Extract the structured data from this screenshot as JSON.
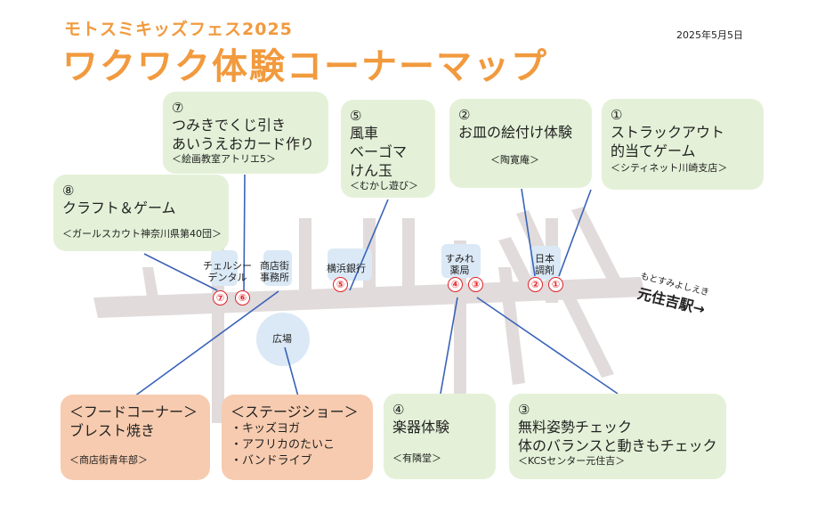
{
  "header": {
    "subtitle": "モトスミキッズフェス2025",
    "title": "ワクワク体験コーナーマップ",
    "date": "2025年5月5日"
  },
  "colors": {
    "title": "#f19a3e",
    "green_box": "#e4f1d8",
    "orange_box": "#f7cbaf",
    "road": "#e1dbdb",
    "building": "#dbe9f6",
    "line": "#3a63b8",
    "marker": "#e0232a"
  },
  "boxes": {
    "b1": {
      "num": "①",
      "lines": [
        "ストラックアウト",
        "的当てゲーム"
      ],
      "org": "＜シティネット川崎支店＞"
    },
    "b2": {
      "num": "②",
      "lines": [
        "お皿の絵付け体験"
      ],
      "org": "＜陶寛庵＞"
    },
    "b3": {
      "num": "③",
      "lines": [
        "無料姿勢チェック",
        "体のバランスと動きもチェック"
      ],
      "org": "＜KCSセンター元住吉＞"
    },
    "b4": {
      "num": "④",
      "lines": [
        "楽器体験"
      ],
      "org": "＜有隣堂＞"
    },
    "b5": {
      "num": "⑤",
      "lines": [
        "風車",
        "ベーゴマ",
        "けん玉"
      ],
      "org": "＜むかし遊び＞"
    },
    "b7": {
      "num": "⑦",
      "lines": [
        "つみきでくじ引き",
        "あいうえおカード作り"
      ],
      "org": "＜絵画教室アトリエ5＞"
    },
    "b8": {
      "num": "⑧",
      "lines": [
        "クラフト＆ゲーム"
      ],
      "org": "＜ガールスカウト神奈川県第40団＞"
    },
    "food": {
      "lines": [
        "＜フードコーナー＞",
        "ブレスト焼き"
      ],
      "org": "＜商店街青年部＞"
    },
    "stage": {
      "lines": [
        "＜ステージショー＞",
        "・キッズヨガ",
        "・アフリカのたいこ",
        "・バンドライブ"
      ]
    }
  },
  "places": {
    "chelsea": "チェルシー\nデンタル",
    "office": "商店街\n事務所",
    "yokohama_bank": "横浜銀行",
    "sumire": "すみれ\n薬局",
    "nihon": "日本\n調剤",
    "hiroba": "広場"
  },
  "markers": {
    "m1": "①",
    "m2": "②",
    "m3": "③",
    "m4": "④",
    "m5": "⑤",
    "m6": "⑥",
    "m7": "⑦"
  },
  "station": {
    "kana": "もとすみよしえき",
    "name": "元住吉駅→"
  }
}
